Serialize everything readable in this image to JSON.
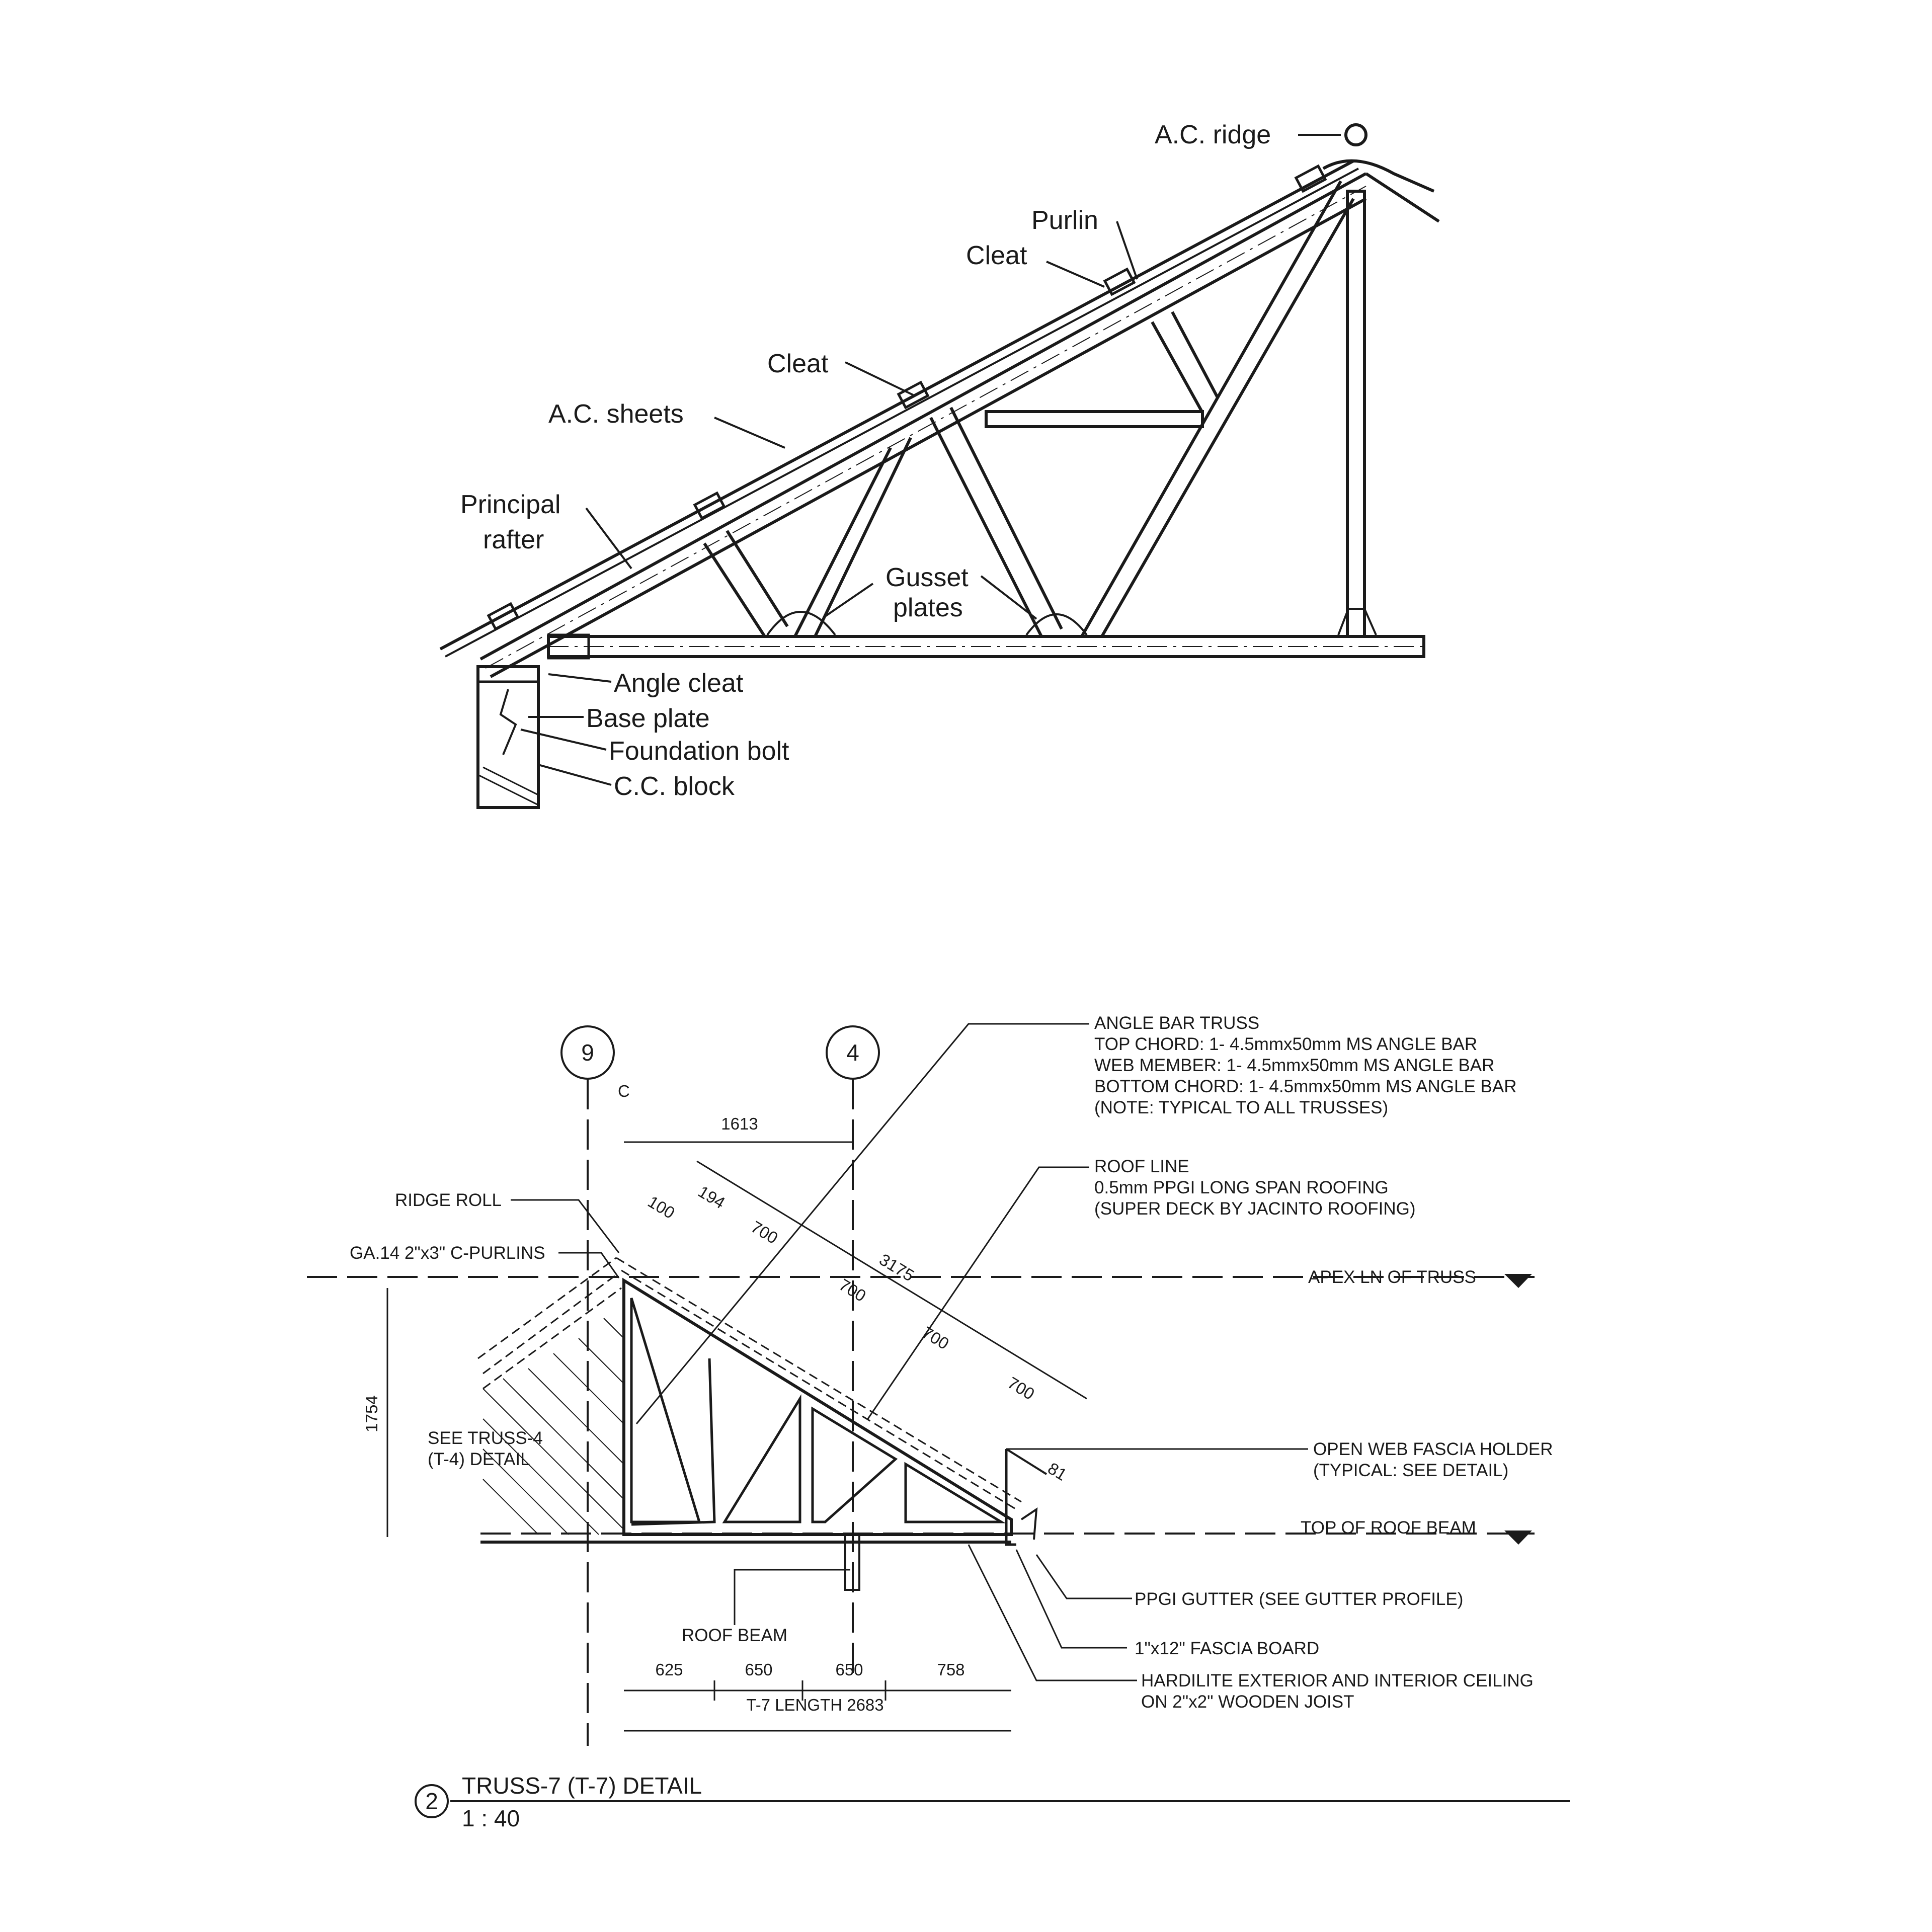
{
  "top_diagram": {
    "labels": {
      "ac_ridge": "A.C. ridge",
      "purlin": "Purlin",
      "cleat_upper": "Cleat",
      "cleat_lower": "Cleat",
      "ac_sheets": "A.C. sheets",
      "principal_rafter_1": "Principal",
      "principal_rafter_2": "rafter",
      "gusset_plates_1": "Gusset",
      "gusset_plates_2": "plates",
      "angle_cleat": "Angle cleat",
      "base_plate": "Base plate",
      "foundation_bolt": "Foundation bolt",
      "cc_block": "C.C. block"
    }
  },
  "bottom_diagram": {
    "grid_markers": {
      "left": "9",
      "right": "4"
    },
    "centerline_mark": "C",
    "notes": {
      "angle_bar_truss": [
        "ANGLE BAR TRUSS",
        "TOP CHORD: 1- 4.5mmx50mm MS ANGLE BAR",
        "WEB MEMBER: 1- 4.5mmx50mm MS ANGLE BAR",
        "BOTTOM CHORD: 1- 4.5mmx50mm MS ANGLE BAR",
        "(NOTE: TYPICAL TO ALL TRUSSES)"
      ],
      "roof_line": [
        "ROOF LINE",
        "0.5mm PPGI LONG SPAN ROOFING",
        "(SUPER DECK BY JACINTO ROOFING)"
      ],
      "ridge_roll": "RIDGE ROLL",
      "c_purlins": "GA.14 2\"x3\" C-PURLINS",
      "apex_line": "APEX LN OF TRUSS",
      "see_truss_1": "SEE TRUSS-4",
      "see_truss_2": "(T-4) DETAIL",
      "fascia_holder": [
        "OPEN WEB FASCIA HOLDER",
        "(TYPICAL: SEE DETAIL)"
      ],
      "top_of_roof_beam": "TOP OF ROOF BEAM",
      "gutter": "PPGI GUTTER (SEE GUTTER PROFILE)",
      "fascia_board": "1\"x12\" FASCIA BOARD",
      "ceiling": [
        "HARDILITE EXTERIOR AND INTERIOR CEILING",
        "ON 2\"x2\"  WOODEN JOIST"
      ],
      "roof_beam": "ROOF BEAM"
    },
    "dimensions": {
      "top_horizontal": "1613",
      "height": "1754",
      "slope": [
        "100",
        "194",
        "700",
        "700",
        "700",
        "700",
        "81"
      ],
      "slope_total": "3175",
      "bottom_segments": [
        "625",
        "650",
        "650",
        "758"
      ],
      "total_length": "T-7 LENGTH 2683"
    },
    "title": {
      "number": "2",
      "name": "TRUSS-7 (T-7) DETAIL",
      "scale": "1 : 40"
    }
  }
}
